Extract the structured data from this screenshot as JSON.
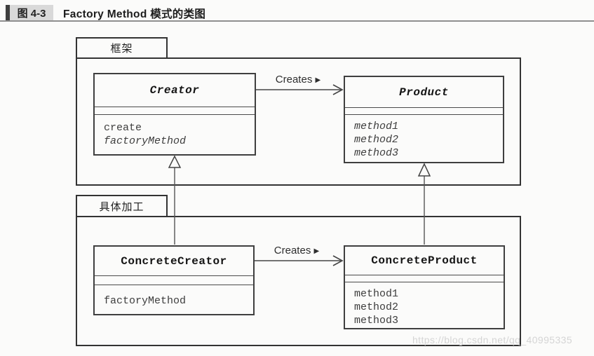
{
  "header": {
    "figure_label": "图 4-3",
    "title": "Factory Method 模式的类图"
  },
  "diagram": {
    "packages": {
      "framework": {
        "label": "框架"
      },
      "concrete": {
        "label": "具体加工"
      }
    },
    "classes": {
      "creator": {
        "title": "Creator",
        "methods": [
          "create",
          "factoryMethod"
        ]
      },
      "product": {
        "title": "Product",
        "methods": [
          "method1",
          "method2",
          "method3"
        ]
      },
      "concrete_creator": {
        "title": "ConcreteCreator",
        "methods": [
          "factoryMethod"
        ]
      },
      "concrete_product": {
        "title": "ConcreteProduct",
        "methods": [
          "method1",
          "method2",
          "method3"
        ]
      }
    },
    "relations": {
      "creator_creates_product": {
        "type": "association",
        "from": "Creator",
        "to": "Product",
        "label": "Creates",
        "direction_icon": "▶"
      },
      "concrete_creator_creates_product": {
        "type": "association",
        "from": "ConcreteCreator",
        "to": "ConcreteProduct",
        "label": "Creates",
        "direction_icon": "▶"
      },
      "concrete_creator_extends_creator": {
        "type": "generalization",
        "from": "ConcreteCreator",
        "to": "Creator"
      },
      "concrete_product_extends_product": {
        "type": "generalization",
        "from": "ConcreteProduct",
        "to": "Product"
      }
    }
  },
  "watermark": "https://blog.csdn.net/qq_40995335"
}
